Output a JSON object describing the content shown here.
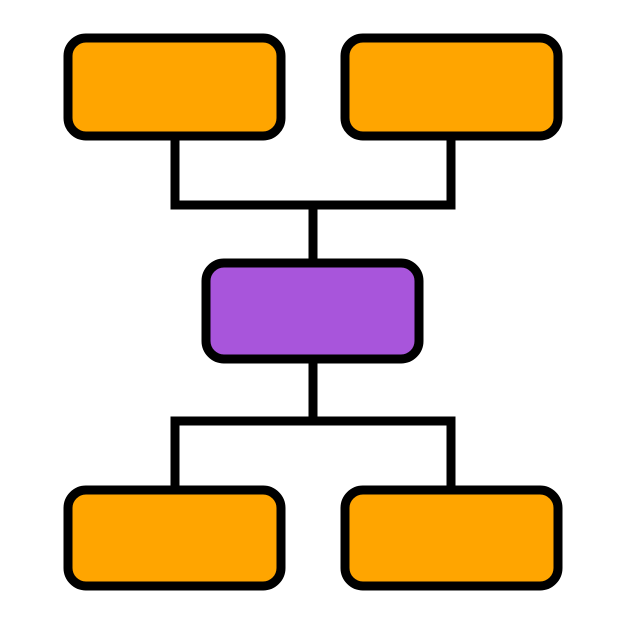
{
  "icon": {
    "name": "hierarchy-structure-icon",
    "colors": {
      "background": "#ffffff",
      "outline": "#000000",
      "leaf_fill": "#ffa500",
      "center_fill": "#a855db"
    },
    "nodes": [
      {
        "id": "top-left",
        "role": "leaf"
      },
      {
        "id": "top-right",
        "role": "leaf"
      },
      {
        "id": "center",
        "role": "center"
      },
      {
        "id": "bottom-left",
        "role": "leaf"
      },
      {
        "id": "bottom-right",
        "role": "leaf"
      }
    ],
    "edges": [
      {
        "from": "top-left",
        "to": "center"
      },
      {
        "from": "top-right",
        "to": "center"
      },
      {
        "from": "center",
        "to": "bottom-left"
      },
      {
        "from": "center",
        "to": "bottom-right"
      }
    ]
  }
}
